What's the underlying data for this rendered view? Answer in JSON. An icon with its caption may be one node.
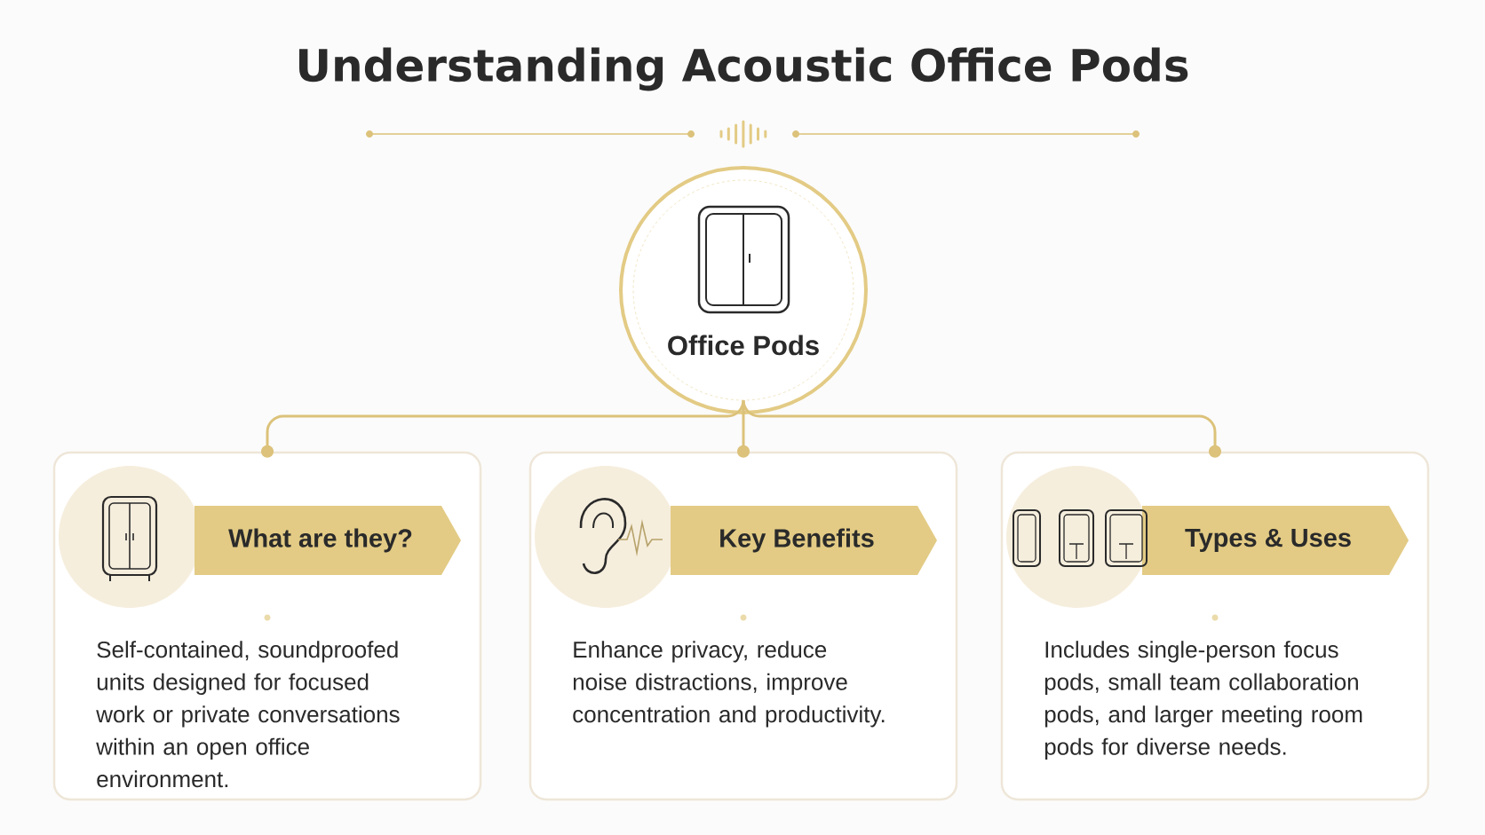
{
  "diagram": {
    "title": "Understanding Acoustic Office Pods",
    "nodes": [
      {
        "text": [
          "Office Pods"
        ]
      },
      {
        "text": [
          "What are they?",
          "Self-contained, soundproofed units designed for focused work or private conversations within an open office environment."
        ]
      },
      {
        "text": [
          "Key Benefits",
          "Enhance privacy, reduce noise distractions, improve concentration and productivity."
        ]
      },
      {
        "text": [
          "Types & Uses",
          "Includes single-person focus pods, small team collaboration pods, and larger meeting room pods for diverse needs."
        ]
      }
    ],
    "edges": [
      {
        "from": 0,
        "to": 1,
        "arrow": "other"
      },
      {
        "from": 0,
        "to": 2,
        "arrow": "other"
      },
      {
        "from": 0,
        "to": 3,
        "arrow": "other"
      }
    ]
  }
}
